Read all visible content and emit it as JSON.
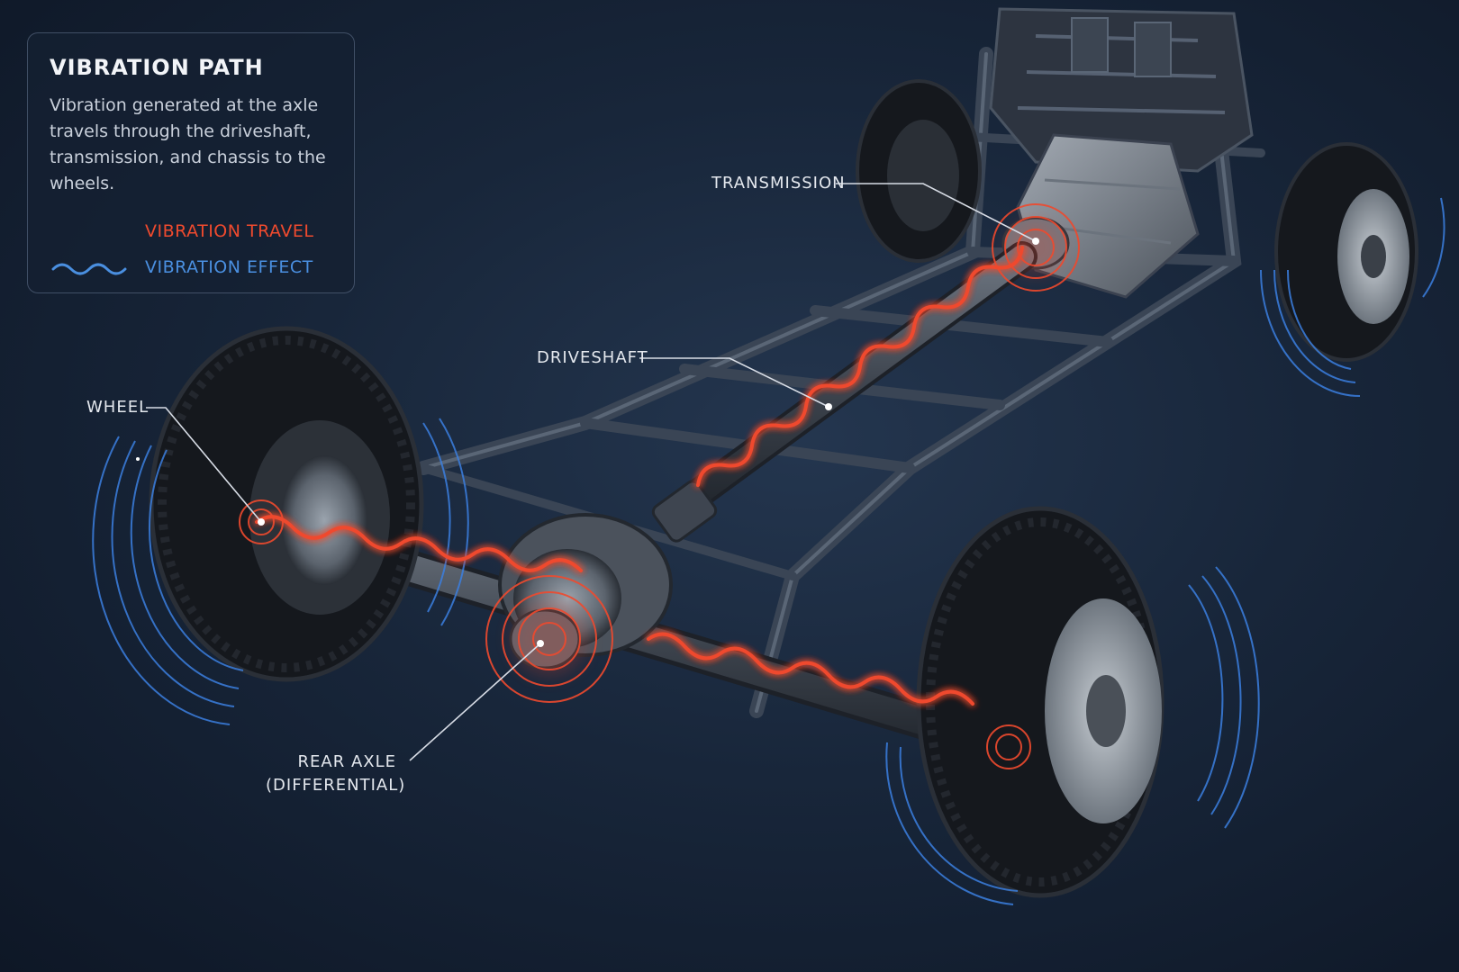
{
  "legend": {
    "title": "VIBRATION PATH",
    "description": "Vibration generated at the axle travels through the driveshaft, transmission, and chassis to the wheels.",
    "items": [
      {
        "label": "VIBRATION TRAVEL",
        "icon": "red-glow-line-icon",
        "color": "#ef4a2e"
      },
      {
        "label": "VIBRATION EFFECT",
        "icon": "blue-wave-icon",
        "color": "#4a8fe0"
      }
    ]
  },
  "callouts": {
    "transmission": "TRANSMISSION",
    "driveshaft": "DRIVESHAFT",
    "wheel": "WHEEL",
    "rear_axle_line1": "REAR AXLE",
    "rear_axle_line2": "(DIFFERENTIAL)"
  },
  "colors": {
    "vibration_travel": "#ef4a2e",
    "vibration_effect": "#3b7fe0",
    "frame": "#3a4555",
    "tire": "#15181d"
  }
}
